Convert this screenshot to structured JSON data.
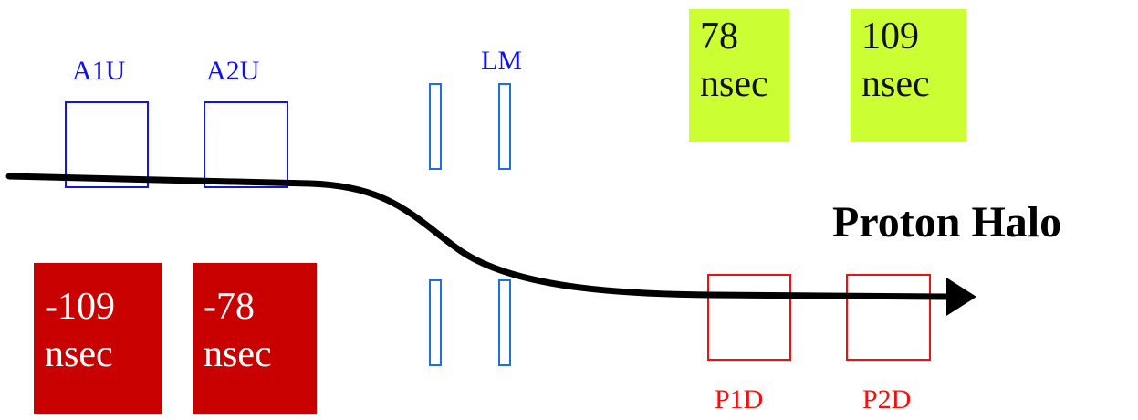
{
  "labels": {
    "a1u": "A1U",
    "a2u": "A2U",
    "lm": "LM",
    "p1d": "P1D",
    "p2d": "P2D"
  },
  "title": "Proton Halo",
  "timing_boxes": {
    "green_1": {
      "value": "78",
      "unit": "nsec"
    },
    "green_2": {
      "value": "109",
      "unit": "nsec"
    },
    "red_1": {
      "value": "-109",
      "unit": "nsec"
    },
    "red_2": {
      "value": "-78",
      "unit": "nsec"
    }
  },
  "colors": {
    "upper_detector": "#1515e0",
    "lower_detector": "#ee1111",
    "lm_bars": "#1e6fe0",
    "positive_timing_fill": "#ccff33",
    "negative_timing_fill": "#c80000",
    "beam": "#000000"
  }
}
